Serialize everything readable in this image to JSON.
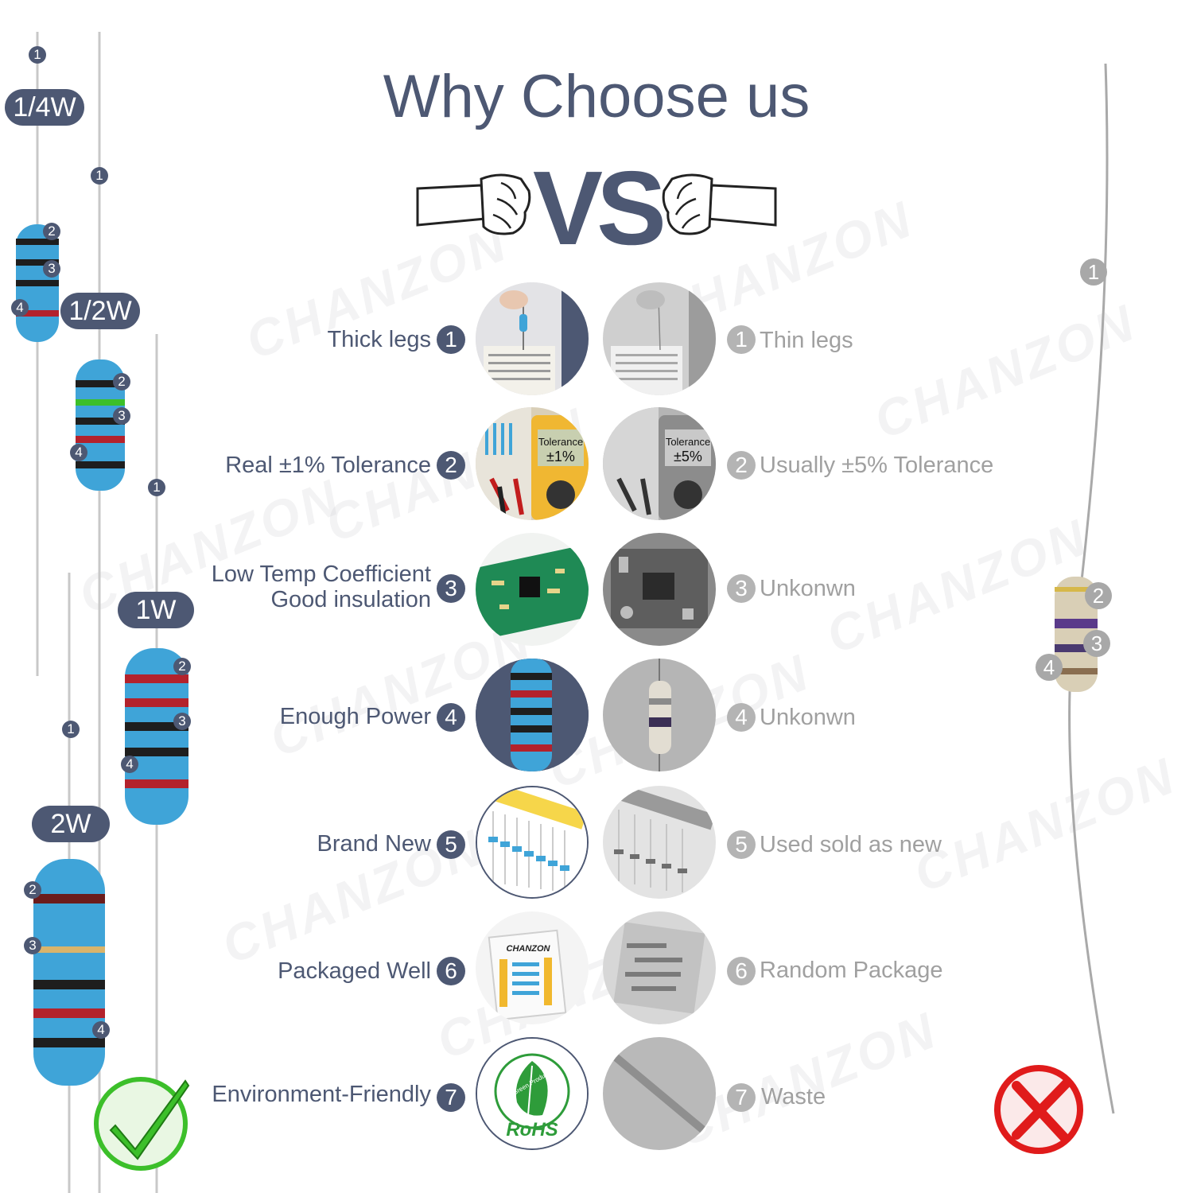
{
  "title": "Why Choose us",
  "vs_text": "VS",
  "watermark": "CHANZON",
  "colors": {
    "accent": "#4d5873",
    "muted": "#a0a0a0",
    "resistor_blue": "#3fa4d8",
    "band_red": "#b3222c",
    "band_black": "#1e1e1e",
    "check_green": "#3cbf2a",
    "cross_red": "#e01b1b"
  },
  "power_labels": {
    "w1": "1/4W",
    "w2": "1/2W",
    "w3": "1W",
    "w4": "2W"
  },
  "badge_numbers": [
    "1",
    "2",
    "3",
    "4"
  ],
  "comparison": [
    {
      "num": "1",
      "good": "Thick legs",
      "bad": "Thin legs"
    },
    {
      "num": "2",
      "good": "Real ±1% Tolerance",
      "bad": "Usually ±5% Tolerance",
      "good_meter": "Tolerance",
      "good_meter_value": "±1%",
      "bad_meter": "Tolerance",
      "bad_meter_value": "±5%"
    },
    {
      "num": "3",
      "good_line1": "Low Temp Coefficient",
      "good_line2": "Good insulation",
      "bad": "Unkonwn"
    },
    {
      "num": "4",
      "good": "Enough Power",
      "bad": "Unkonwn"
    },
    {
      "num": "5",
      "good": "Brand New",
      "bad": "Used sold as new"
    },
    {
      "num": "6",
      "good": "Packaged Well",
      "bad": "Random Package",
      "package_brand": "CHANZON"
    },
    {
      "num": "7",
      "good": "Environment-Friendly",
      "bad": "Waste",
      "rohs": "RoHS",
      "rohs_sub": "Green Product"
    }
  ],
  "icons": {
    "good_mark": "check-icon",
    "bad_mark": "cross-icon",
    "fist": "fist-icon"
  }
}
